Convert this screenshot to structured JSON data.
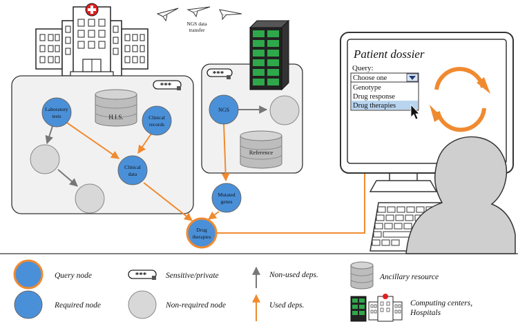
{
  "top": {
    "ngs_transfer_line1": "NGS data",
    "ngs_transfer_line2": "transfer"
  },
  "nodes": {
    "laboratory_tests": [
      "Laboratory",
      "tests"
    ],
    "clinical_records": [
      "Clinical",
      "records"
    ],
    "his": "H.I.S.",
    "clinical_data": [
      "Clinical",
      "data"
    ],
    "ngs": "NGS",
    "reference": "Reference",
    "mutated_genes": [
      "Mutated",
      "genes"
    ],
    "drug_therapies": [
      "Drug",
      "therapies"
    ],
    "password_mask": "***"
  },
  "dossier": {
    "title": "Patient dossier",
    "query_label": "Query:",
    "select_value": "Choose one",
    "options": [
      "Genotype",
      "Drug response",
      "Drug therapies"
    ],
    "highlighted_option": "Drug therapies"
  },
  "legend": {
    "query_node": "Query node",
    "required_node": "Required node",
    "sensitive": "Sensitive/private",
    "non_required_node": "Non-required node",
    "non_used_deps": "Non-used deps.",
    "used_deps": "Used deps.",
    "ancillary": "Ancillary resource",
    "computing_line1": "Computing centers,",
    "computing_line2": "Hospitals",
    "password_mask": "***"
  },
  "colors": {
    "required_node": "#4a90d9",
    "non_required_node": "#d8d8d8",
    "used_edge": "#f08a30",
    "unused_edge": "#777777",
    "panel_fill": "#f1f1f1",
    "server_green": "#2ea84a",
    "hospital_red": "#e02020",
    "highlight_option": "#b8d4ef"
  }
}
